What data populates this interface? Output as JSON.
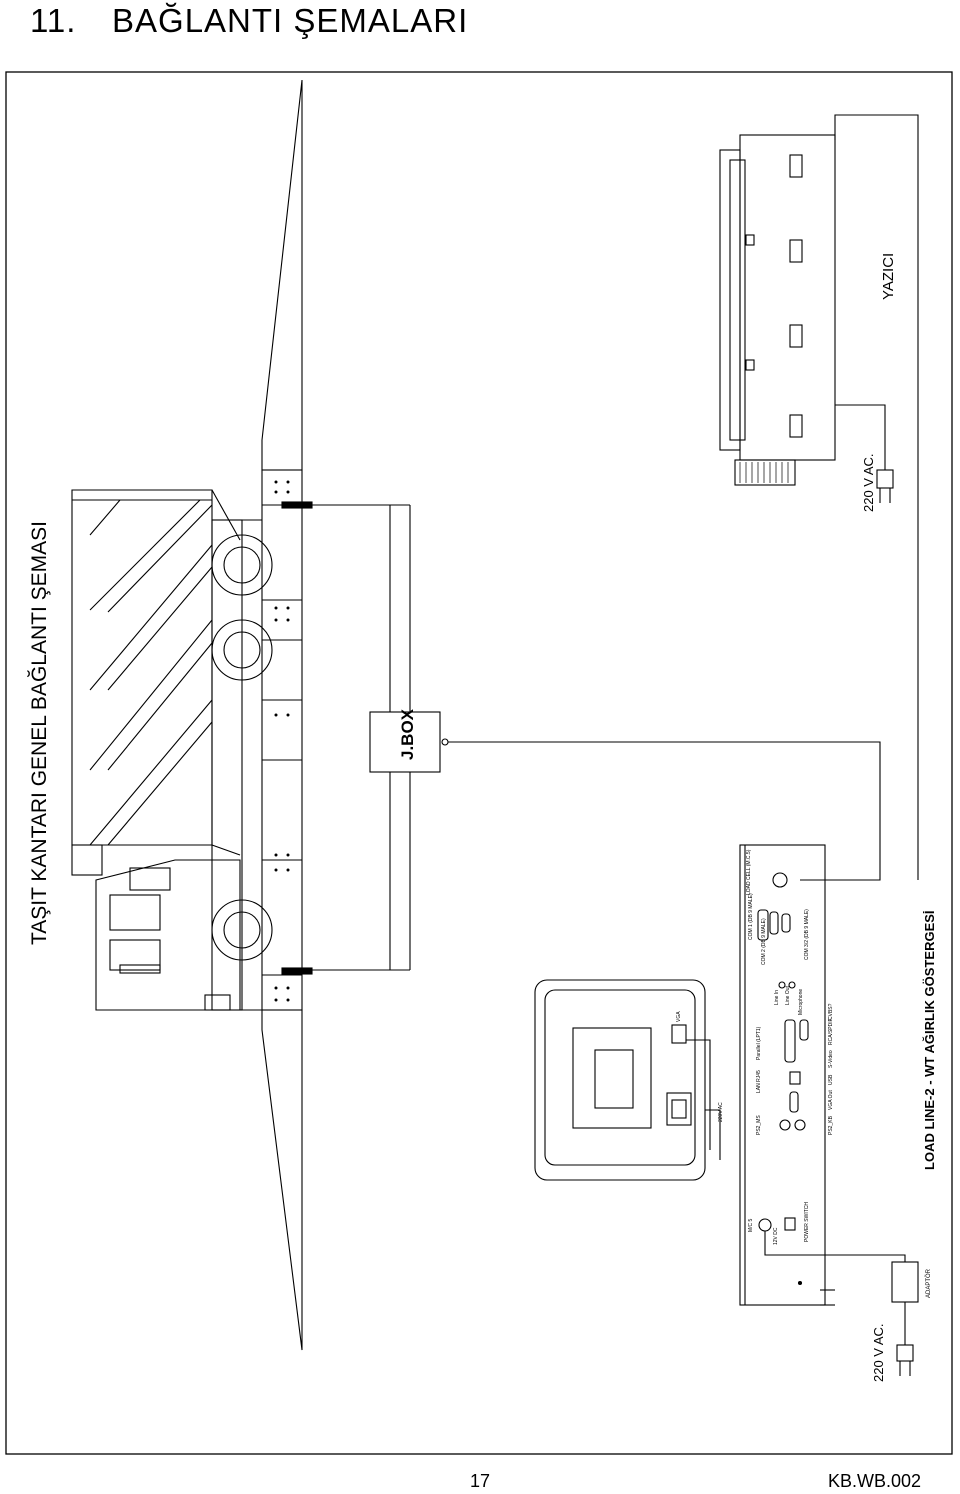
{
  "page": {
    "section_number": "11.",
    "section_title": "BAĞLANTI ŞEMALARI",
    "page_number": "17",
    "doc_code": "KB.WB.002"
  },
  "diagram": {
    "main_title": "TAŞIT KANTARI GENEL BAĞLANTI ŞEMASI",
    "junction_box_label": "J.BOX",
    "printer_label": "YAZICI",
    "printer_power_label": "220 V AC.",
    "indicator_power_label": "220 V AC.",
    "adapter_label": "ADAPTÖR",
    "indicator_label": "LOAD LINE-2 - WT  AĞIRLIK GÖSTERGESİ",
    "monitor_ports": {
      "vga": "VGA",
      "power": "220V AC"
    },
    "indicator_ports": {
      "load_cell": "LOAD CELL\n(M.C.5)",
      "com1": "COM 1\n(DB 9 MALE)",
      "com2": "COM 2\n(DB 9 MALE)",
      "com3": "COM 3/2\n(DB 9 MALE)",
      "line_in": "Line In",
      "line_out": "Line Out",
      "microphone": "Microphone",
      "parallel": "Parallel (LPT1)",
      "lan": "LAN RJ45",
      "ps2_ms": "PS2_MS",
      "ps2_kb": "PS2_KB",
      "vga_out": "VGA Out",
      "usb": "USB",
      "svideo": "S-Video",
      "rca": "RCA/SPDIF",
      "cvbs": "CVBS?",
      "mc5": "M/C 5",
      "dc": "12V DC",
      "power_switch": "POWER\nSWITCH"
    }
  }
}
